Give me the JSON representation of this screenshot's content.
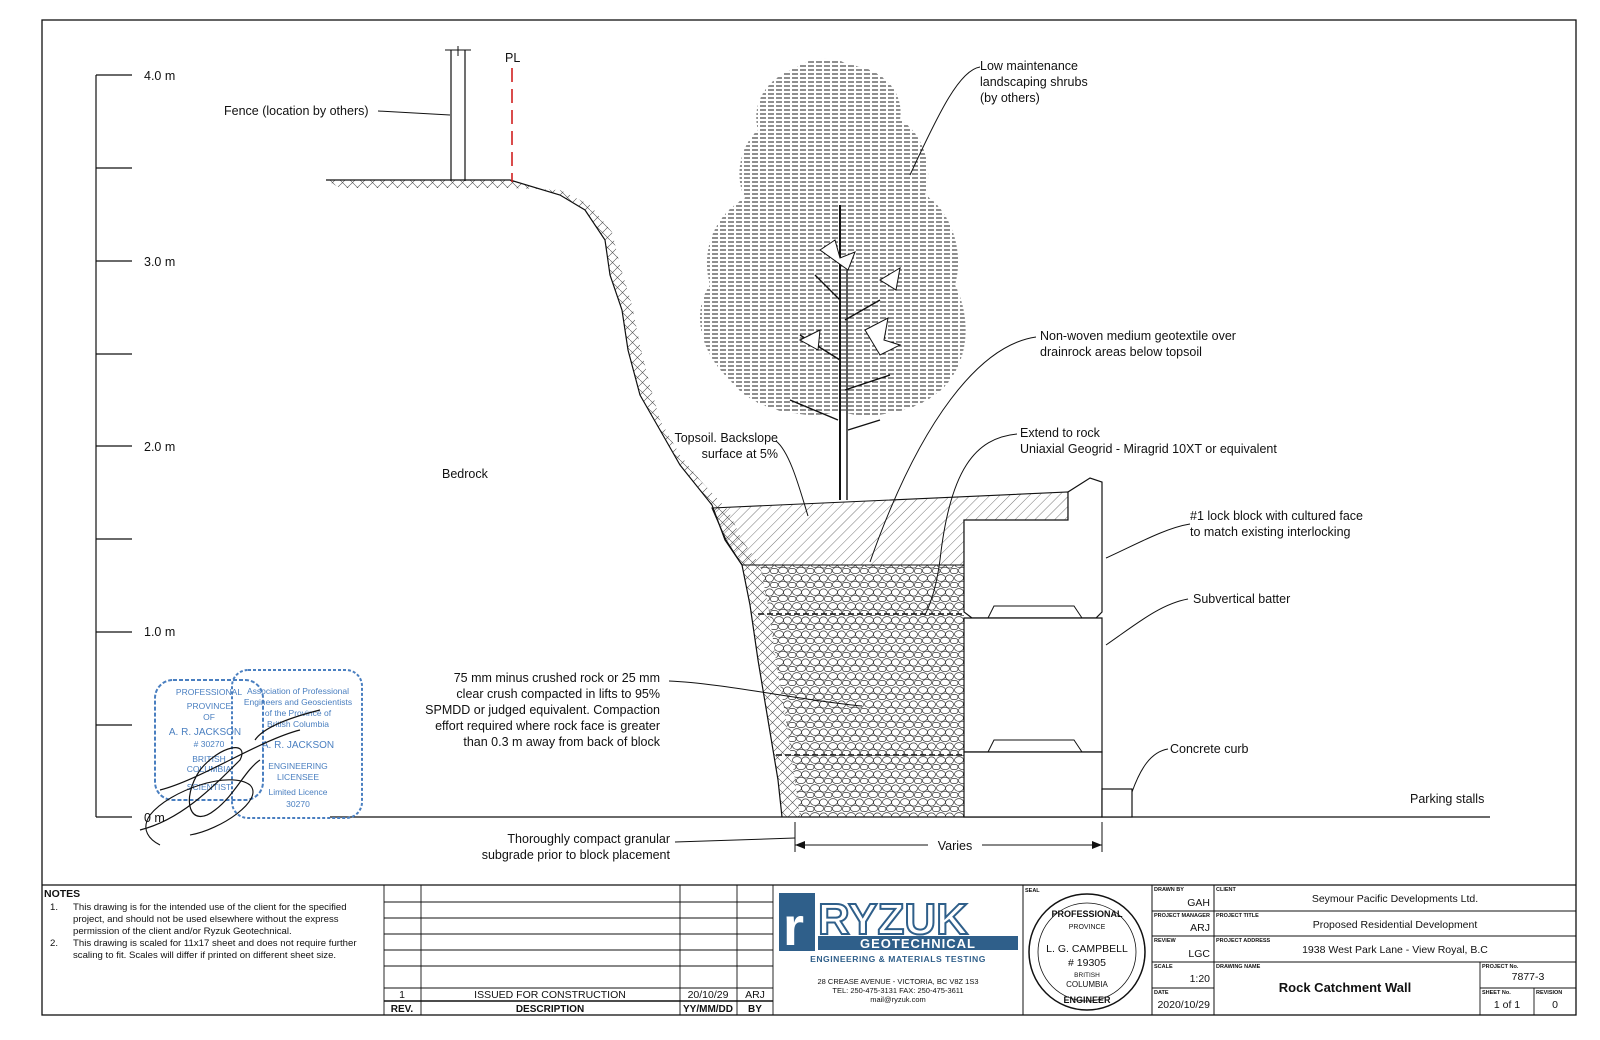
{
  "scale_bar": {
    "ticks": [
      "4.0 m",
      "3.0 m",
      "2.0 m",
      "1.0 m",
      "0 m"
    ]
  },
  "labels": {
    "fence": "Fence (location by others)",
    "property_line": "PL",
    "bedrock": "Bedrock",
    "shrubs": [
      "Low maintenance",
      "landscaping shrubs",
      "(by others)"
    ],
    "geotextile": [
      "Non-woven medium geotextile over",
      "drainrock areas below topsoil"
    ],
    "topsoil": [
      "Topsoil. Backslope",
      "surface at 5%"
    ],
    "geogrid": [
      "Extend to rock",
      "Uniaxial Geogrid - Miragrid 10XT or equivalent"
    ],
    "lock_block": [
      "#1 lock block with cultured face",
      "to match existing interlocking"
    ],
    "batter": "Subvertical batter",
    "fill": [
      "75 mm minus crushed rock or 25 mm",
      "clear crush compacted in lifts to 95%",
      "SPMDD or judged equivalent. Compaction",
      "effort required where rock face is greater",
      "than 0.3 m away from back of block"
    ],
    "curb": "Concrete curb",
    "parking": "Parking stalls",
    "subgrade": [
      "Thoroughly compact granular",
      "subgrade prior to block placement"
    ],
    "varies": "Varies"
  },
  "notes": {
    "heading": "NOTES",
    "items": [
      {
        "num": "1.",
        "lines": [
          "This drawing is for the intended use of the client for the specified",
          "project, and should not be used elsewhere without the express",
          "permission of the client and/or Ryzuk Geotechnical."
        ]
      },
      {
        "num": "2.",
        "lines": [
          "This drawing is scaled for 11x17 sheet and does not require further",
          "scaling to fit.  Scales will differ if printed on different sheet size."
        ]
      }
    ]
  },
  "revisions": {
    "headers": {
      "rev": "REV.",
      "description": "DESCRIPTION",
      "date": "YY/MM/DD",
      "by": "BY"
    },
    "rows": [
      {
        "rev": "1",
        "description": "ISSUED FOR CONSTRUCTION",
        "date": "20/10/29",
        "by": "ARJ"
      }
    ]
  },
  "company": {
    "logo_letter": "r",
    "name": "RYZUK",
    "sub": "GEOTECHNICAL",
    "tagline": "ENGINEERING & MATERIALS TESTING",
    "address": "28 CREASE AVENUE - VICTORIA, BC  V8Z 1S3",
    "phone": "TEL: 250-475-3131  FAX: 250-475-3611",
    "email": "mail@ryzuk.com"
  },
  "seal": {
    "label": "SEAL",
    "top": "PROFESSIONAL",
    "province": "PROVINCE",
    "name": "L. G. CAMPBELL",
    "number": "# 19305",
    "region1": "BRITISH",
    "region2": "COLUMBIA",
    "bottom": "ENGINEER"
  },
  "stamp": {
    "left_lines": [
      "PROFESSIONAL",
      "PROVINCE",
      "OF",
      "A. R. JACKSON",
      "# 30270",
      "BRITISH",
      "COLUMBIA",
      "SCIENTIST"
    ],
    "right_lines": [
      "Association of Professional",
      "Engineers and Geoscientists",
      "of the Province of",
      "British Columbia",
      "A. R. JACKSON",
      "ENGINEERING",
      "LICENSEE",
      "Limited Licence",
      "30270"
    ]
  },
  "title_block": {
    "drawn_by_label": "DRAWN BY",
    "drawn_by": "GAH",
    "pm_label": "PROJECT MANAGER",
    "pm": "ARJ",
    "review_label": "REVIEW",
    "review": "LGC",
    "scale_label": "SCALE",
    "scale": "1:20",
    "date_label": "DATE",
    "date": "2020/10/29",
    "client_label": "CLIENT",
    "client": "Seymour Pacific Developments Ltd.",
    "title_label": "PROJECT TITLE",
    "title": "Proposed Residential Development",
    "address_label": "PROJECT ADDRESS",
    "address": "1938 West Park Lane - View Royal, B.C",
    "drawing_label": "DRAWING NAME",
    "drawing": "Rock Catchment Wall",
    "project_no_label": "PROJECT No.",
    "project_no": "7877-3",
    "sheet_label": "SHEET No.",
    "sheet": "1 of 1",
    "revision_label": "REVISION",
    "revision": "0"
  },
  "colors": {
    "line": "#111111",
    "pl_dash": "#d02020",
    "logo_blue": "#2f5f8a",
    "stamp_blue": "#4a7fc0"
  }
}
